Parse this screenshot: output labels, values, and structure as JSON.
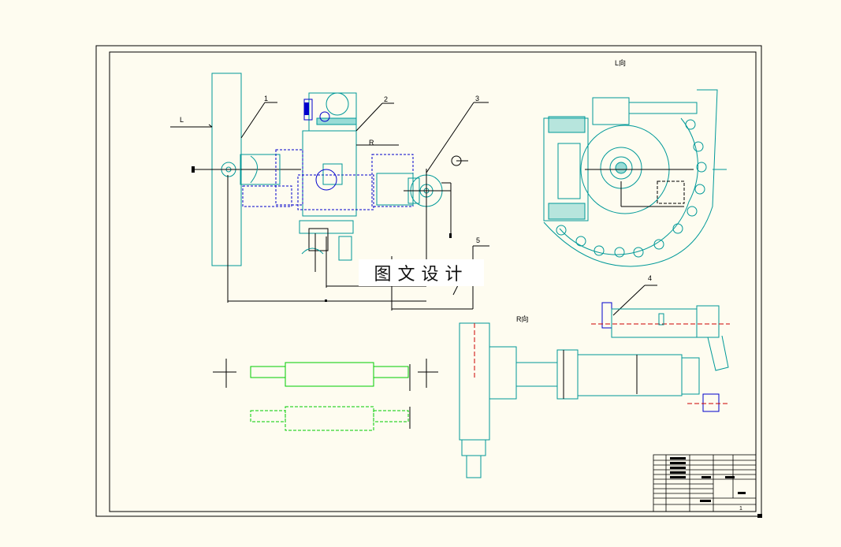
{
  "drawing": {
    "view_labels": {
      "l_view": "L向",
      "r_view": "R向"
    },
    "dimension_labels": {
      "l": "L",
      "r": "R"
    },
    "balloons": [
      "1",
      "2",
      "3",
      "4",
      "5"
    ],
    "watermark": "图文设计",
    "title_block": {
      "sheet_number": "1"
    },
    "colors": {
      "background": "#fefcf0",
      "frame": "#000000",
      "part_cyan": "#009999",
      "part_teal": "#00aaaa",
      "hidden_blue": "#0000cc",
      "section_green": "#00cc00",
      "centerline_red": "#cc0000"
    }
  }
}
